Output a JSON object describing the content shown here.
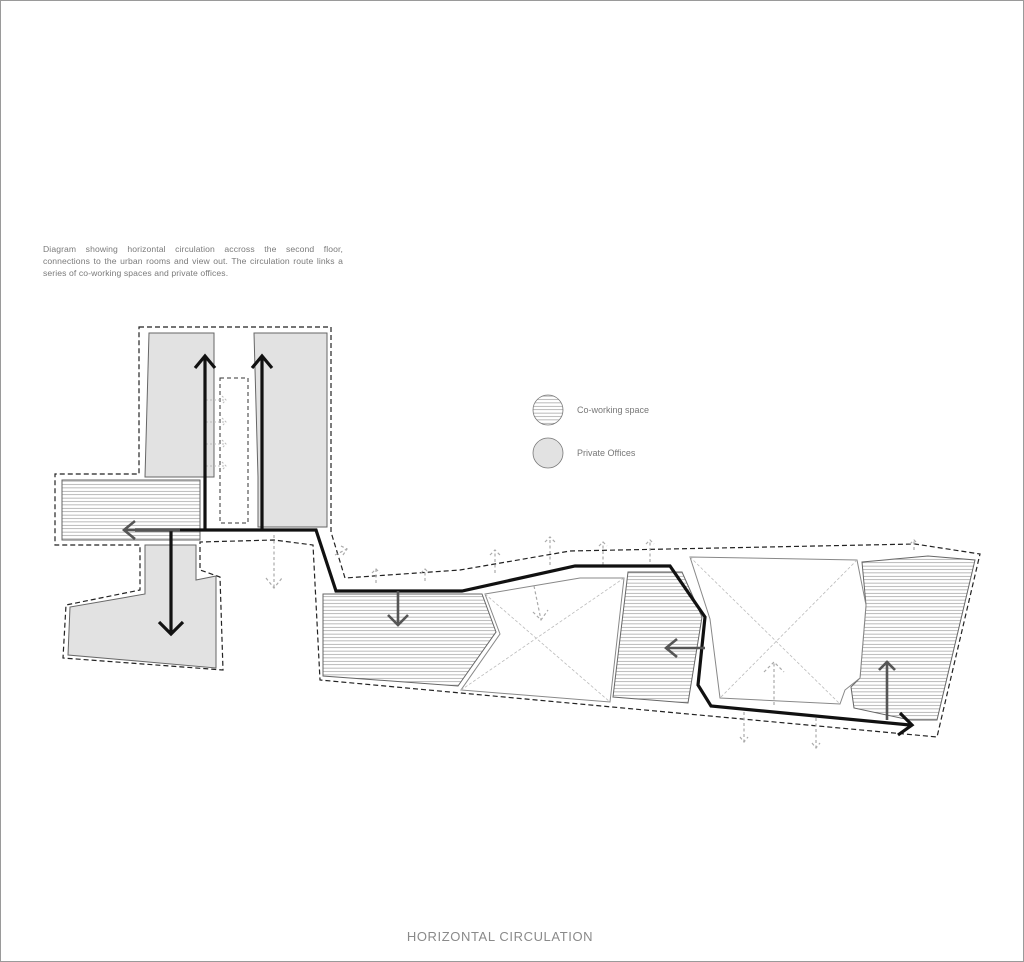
{
  "description": "Diagram showing horizontal circulation accross the second floor, connections to the urban rooms and view out. The circulation route links a series of co-working spaces and private offices.",
  "legend": [
    {
      "label": "Co-working space",
      "pattern": "hatch"
    },
    {
      "label": "Private Offices",
      "pattern": "fill"
    }
  ],
  "title": "HORIZONTAL CIRCULATION",
  "colors": {
    "private_fill": "#e2e2e2",
    "coworking_hatch": "#8c8c8c",
    "outline": "#555555",
    "circulation": "#111111",
    "view_arrow": "#aaaaaa"
  }
}
